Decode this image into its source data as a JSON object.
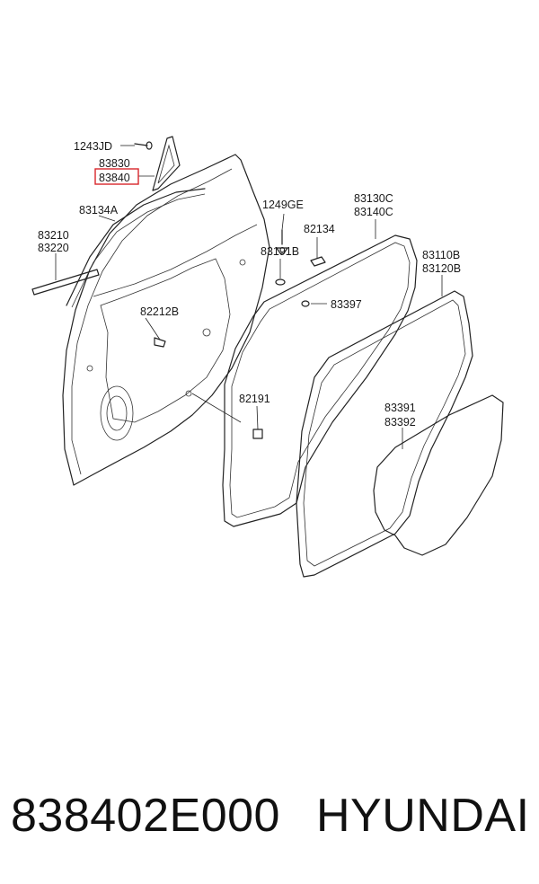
{
  "labels": {
    "l1243jd": "1243JD",
    "l83830": "83830",
    "l83840": "83840",
    "l83134a": "83134A",
    "l83210": "83210",
    "l83220": "83220",
    "l1249ge": "1249GE",
    "l83130c": "83130C",
    "l83140c": "83140C",
    "l82134": "82134",
    "l83191b": "83191B",
    "l83110b": "83110B",
    "l83120b": "83120B",
    "l83397": "83397",
    "l82212b": "82212B",
    "l82191": "82191",
    "l83391": "83391",
    "l83392": "83392"
  },
  "highlight": {
    "label": "83840",
    "color": "#d9262b"
  },
  "caption": {
    "part_number": "838402E000",
    "brand": "HYUNDAI"
  }
}
